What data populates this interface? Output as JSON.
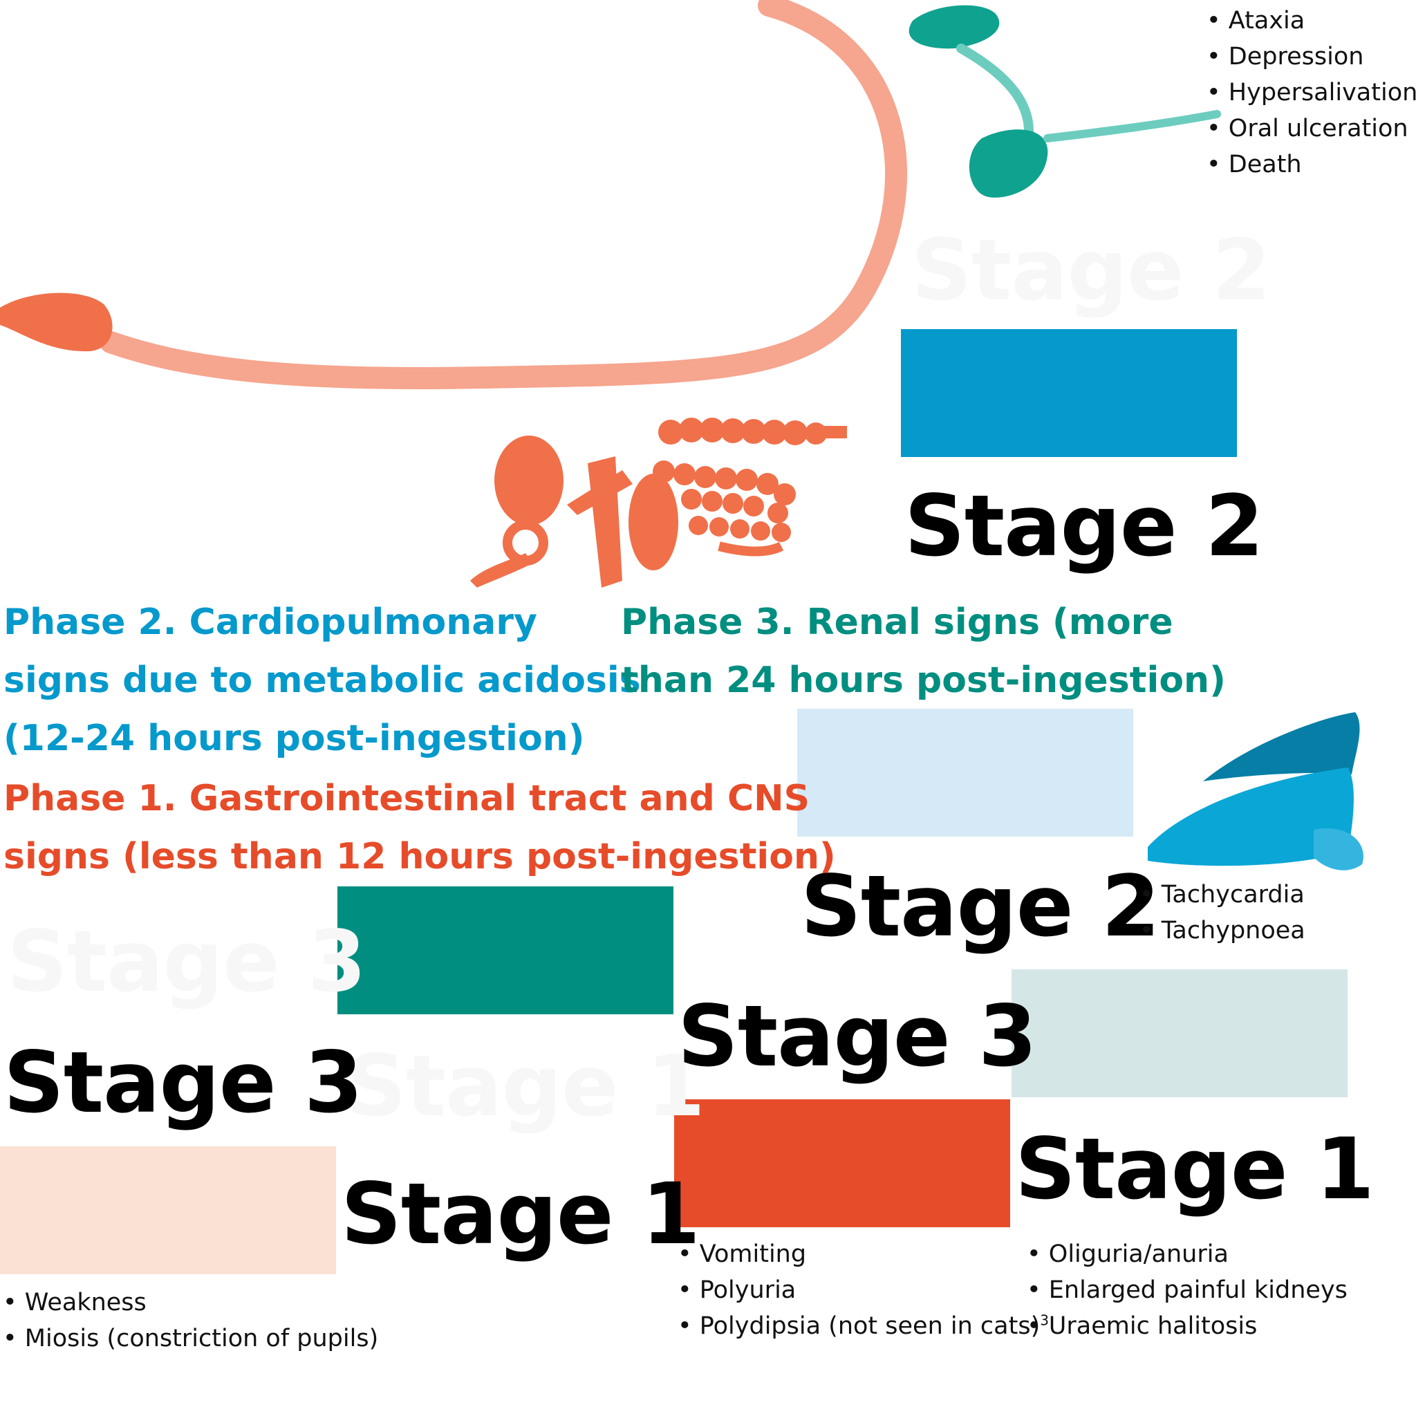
{
  "colors": {
    "phase1": "#e64c2a",
    "phase2": "#0599cc",
    "phase3": "#008e80",
    "stage_text": "#000000",
    "bar_teal": "#008e80",
    "bar_blue": "#0599cc",
    "bar_red": "#e64c2a",
    "bar_peach": "#fbe0d4",
    "bar_light_blue": "#d6e9f7",
    "bar_light_teal": "#d5e6e7",
    "organ_salmon": "#f6a58e",
    "organ_orange": "#f0704a",
    "organ_teal": "#0fa28f",
    "organ_lung": "#0aa6d6"
  },
  "icons": [
    "esophagus-icon",
    "kidney-icon",
    "gastrointestinal-icon",
    "lung-icon"
  ],
  "phases": {
    "phase1": {
      "line1": "Phase 1. Gastrointestinal tract and CNS",
      "line2": "signs (less than 12 hours post-ingestion)"
    },
    "phase2": {
      "line1": "Phase 2. Cardiopulmonary",
      "line2": "signs due to metabolic acidosis",
      "line3": "(12-24 hours post-ingestion)"
    },
    "phase3": {
      "line1": "Phase 3. Renal signs (more",
      "line2": "than 24 hours post-ingestion)"
    }
  },
  "stages": {
    "top_right": "Stage 2",
    "top_right_ghost": "Stage 2",
    "middle_right": "Stage 2",
    "left_stage3": "Stage 3",
    "left_stage3_ghost": "Stage 3",
    "left_stage1": "Stage 1",
    "left_stage1_ghost": "Stage 1",
    "center_stage3": "Stage 3",
    "right_stage1": "Stage 1"
  },
  "symptoms": {
    "cns": [
      "Ataxia",
      "Depression",
      "Hypersalivation",
      "Oral ulceration",
      "Death"
    ],
    "cardio": [
      "Tachycardia",
      "Tachypnoea"
    ],
    "weakness": [
      "Weakness",
      "Miosis (constriction of pupils)"
    ],
    "gi": [
      "Vomiting",
      "Polyuria",
      "Polydipsia (not seen in cats)"
    ],
    "gi_superscript": "3",
    "renal": [
      "Oliguria/anuria",
      "Enlarged painful kidneys",
      "Uraemic halitosis"
    ]
  }
}
